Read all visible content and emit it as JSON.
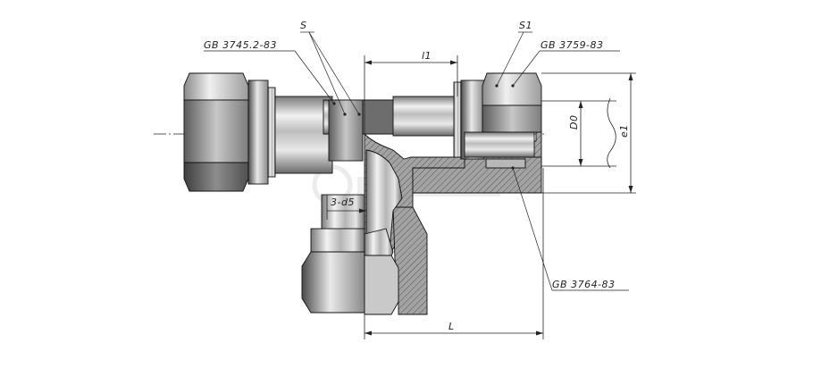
{
  "labels": {
    "S": "S",
    "S1": "S1",
    "l1": "l1",
    "L": "L",
    "D0": "D0",
    "e1": "e1",
    "d5": "3-d5",
    "std_left": "GB 3745.2-83",
    "std_right": "GB 3759-83",
    "std_bottom": "GB 3764-83"
  },
  "colors": {
    "line": "#222222",
    "hatch": "#9a9a9a",
    "steel_dark": "#6c6c6c",
    "steel_light": "#e6e6e6"
  }
}
